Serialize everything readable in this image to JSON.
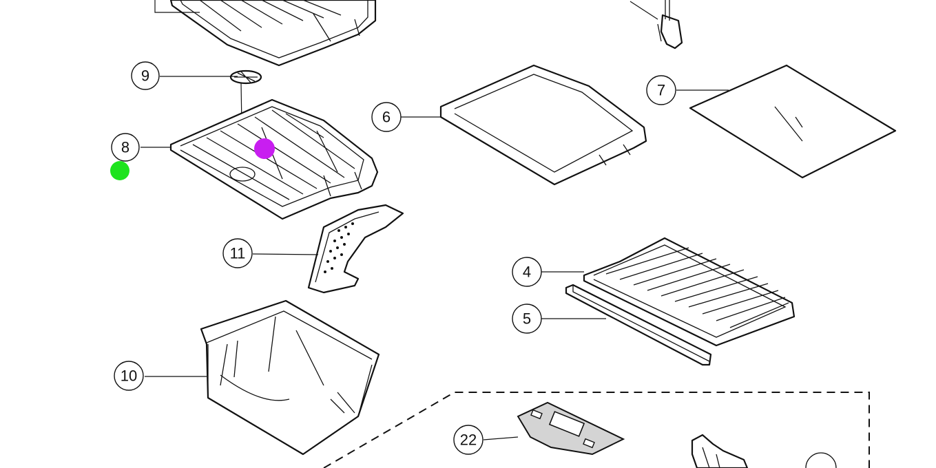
{
  "callouts": {
    "c9": "9",
    "c8": "8",
    "c11": "11",
    "c10": "10",
    "c6": "6",
    "c7": "7",
    "c4": "4",
    "c5": "5",
    "c22": "22"
  },
  "markers": {
    "green": "#1ee31e",
    "purple": "#c81ef0"
  }
}
